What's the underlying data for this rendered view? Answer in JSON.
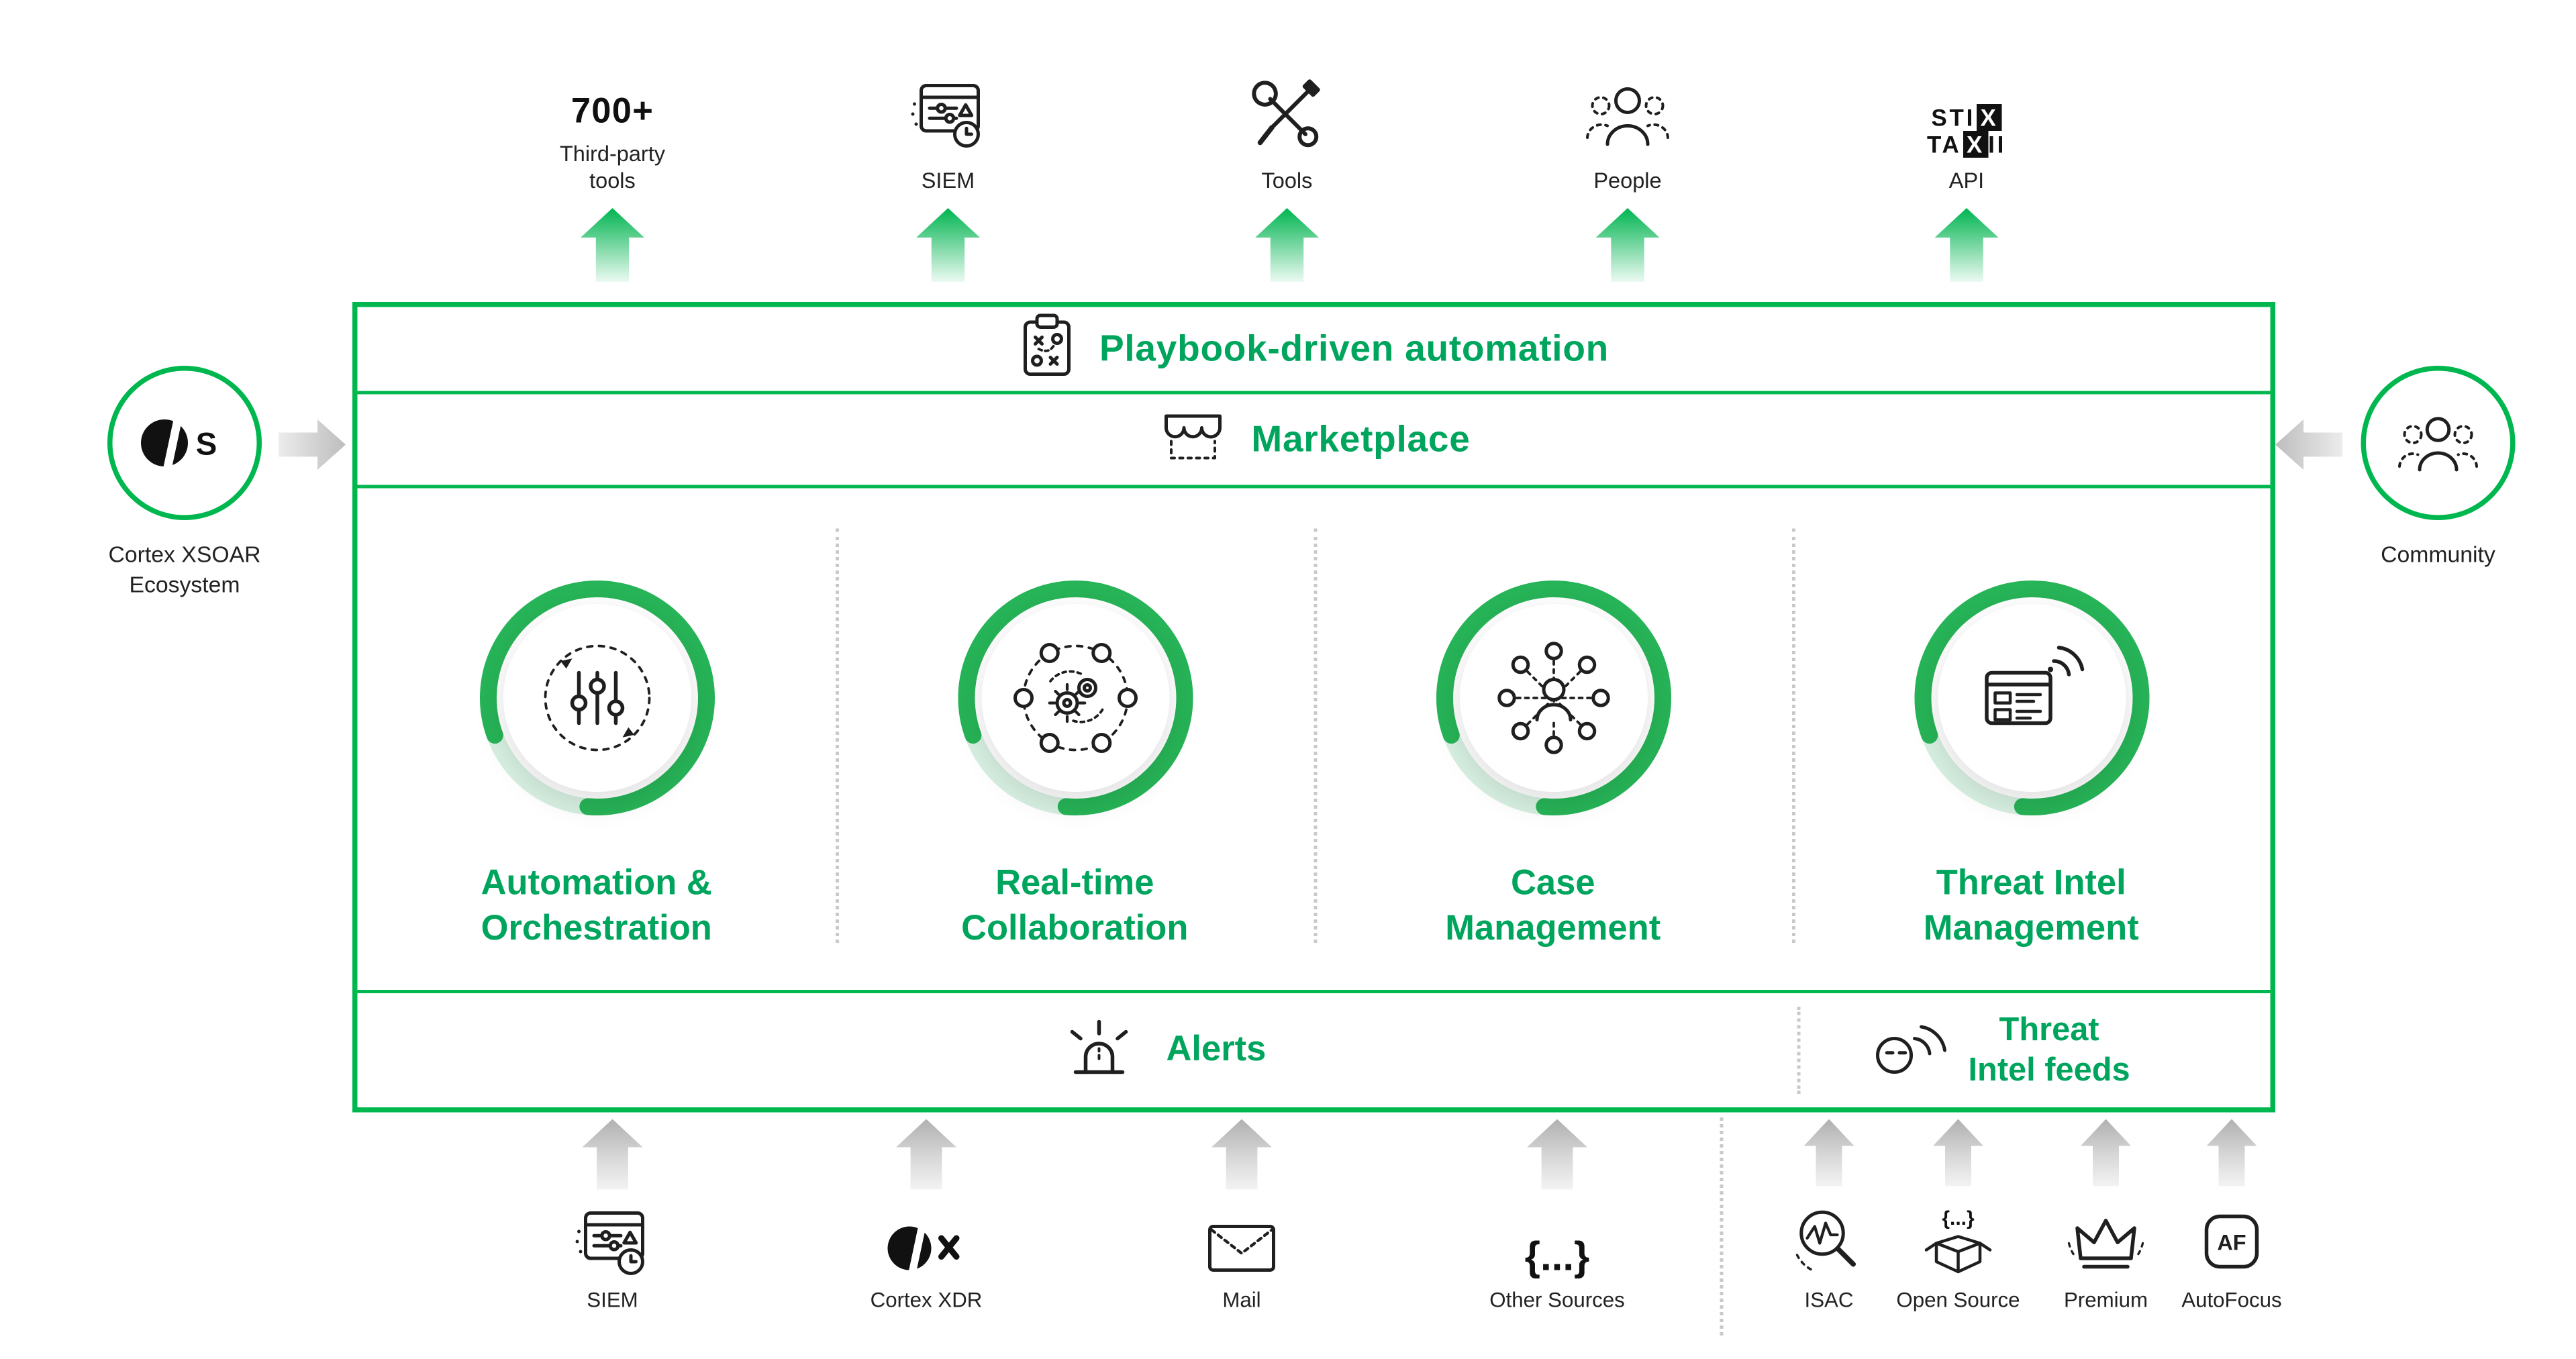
{
  "colors": {
    "brand_green": "#00b74f",
    "text_green": "#00a55d",
    "dark": "#1f1f1f",
    "arrow_gray": "#c4c4c4"
  },
  "left_node": {
    "label": "Cortex XSOAR\nEcosystem",
    "icon": "cortex-xsoar-logo",
    "monogram": "S"
  },
  "right_node": {
    "label": "Community",
    "icon": "community-icon"
  },
  "top_outputs": [
    {
      "headline": "700+",
      "label": "Third-party\ntools"
    },
    {
      "label": "SIEM",
      "icon": "siem-icon"
    },
    {
      "label": "Tools",
      "icon": "tools-icon"
    },
    {
      "label": "People",
      "icon": "people-icon"
    },
    {
      "label": "API",
      "icon": "stix-taxii-icon",
      "stix": {
        "s1": "STI",
        "x1": "X",
        "s2": "TA",
        "x2": "X",
        "s3": "II"
      }
    }
  ],
  "platform": {
    "playbook_label": "Playbook-driven automation",
    "marketplace_label": "Marketplace",
    "capabilities": [
      {
        "label": "Automation &\nOrchestration",
        "icon": "sliders-icon"
      },
      {
        "label": "Real-time\nCollaboration",
        "icon": "collaboration-gears-icon"
      },
      {
        "label": "Case\nManagement",
        "icon": "case-network-icon"
      },
      {
        "label": "Threat Intel\nManagement",
        "icon": "intel-report-icon"
      }
    ],
    "alerts_label": "Alerts",
    "threat_feeds_label": "Threat\nIntel feeds"
  },
  "bottom_inputs": [
    {
      "label": "SIEM",
      "icon": "siem-icon"
    },
    {
      "label": "Cortex XDR",
      "icon": "cortex-xdr-logo"
    },
    {
      "label": "Mail",
      "icon": "mail-icon"
    },
    {
      "label": "Other Sources",
      "icon": "braces-icon",
      "glyph": "{...}"
    },
    {
      "label": "ISAC",
      "icon": "isac-magnifier-icon"
    },
    {
      "label": "Open Source",
      "icon": "open-box-icon",
      "glyph": "{...}"
    },
    {
      "label": "Premium",
      "icon": "crown-icon"
    },
    {
      "label": "AutoFocus",
      "icon": "autofocus-icon",
      "monogram": "AF"
    }
  ]
}
